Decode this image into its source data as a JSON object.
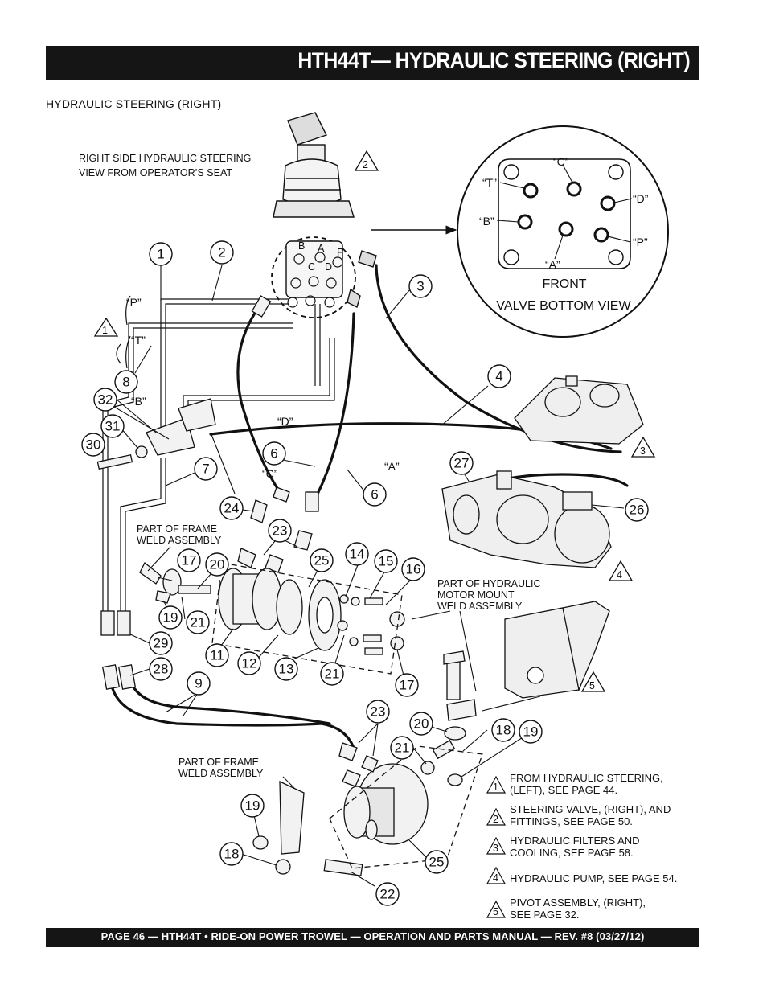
{
  "header": {
    "title": "HTH44T— HYDRAULIC STEERING (RIGHT)"
  },
  "subtitle": "HYDRAULIC STEERING  (RIGHT)",
  "footer": {
    "text": "PAGE 46 — HTH44T • RIDE-ON POWER TROWEL —  OPERATION AND PARTS MANUAL — REV. #8 (03/27/12)"
  },
  "labels": {
    "view_line1": "RIGHT SIDE HYDRAULIC STEERING",
    "view_line2": "VIEW FROM OPERATOR’S SEAT",
    "front": "FRONT",
    "valve_bottom_view": "VALVE BOTTOM VIEW",
    "frame_weld_1a": "PART OF FRAME",
    "frame_weld_1b": "WELD ASSEMBLY",
    "frame_weld_2a": "PART OF FRAME",
    "frame_weld_2b": "WELD ASSEMBLY",
    "motor_mount_1": "PART OF HYDRAULIC",
    "motor_mount_2": "MOTOR MOUNT",
    "motor_mount_3": "WELD ASSEMBLY"
  },
  "port_labels": {
    "P": "“P”",
    "T": "“T”",
    "B": "“B”",
    "D": "“D”",
    "C": "“C”",
    "A": "“A”",
    "inset_C": "“C”",
    "inset_T": "“T”",
    "inset_D": "“D”",
    "inset_B": "“B”",
    "inset_P": "“P”",
    "inset_A": "“A”",
    "valve_B": "B",
    "valve_A": "A",
    "valve_P": "P",
    "valve_C": "C",
    "valve_D": "D"
  },
  "callouts": [
    "1",
    "2",
    "3",
    "4",
    "6",
    "6",
    "7",
    "8",
    "9",
    "11",
    "12",
    "13",
    "14",
    "15",
    "16",
    "17",
    "17",
    "18",
    "18",
    "19",
    "19",
    "19",
    "20",
    "20",
    "21",
    "21",
    "21",
    "22",
    "23",
    "23",
    "24",
    "25",
    "25",
    "26",
    "27",
    "28",
    "29",
    "30",
    "31",
    "32"
  ],
  "reference_triangles": [
    "1",
    "2",
    "3",
    "4",
    "5"
  ],
  "notes": [
    {
      "num": "1",
      "line1": "FROM HYDRAULIC STEERING,",
      "line2": "(LEFT), SEE PAGE 44."
    },
    {
      "num": "2",
      "line1": "STEERING VALVE, (RIGHT), AND",
      "line2": "FITTINGS, SEE PAGE 50."
    },
    {
      "num": "3",
      "line1": "HYDRAULIC FILTERS AND",
      "line2": "COOLING, SEE PAGE 58."
    },
    {
      "num": "4",
      "line1": "HYDRAULIC PUMP, SEE PAGE 54.",
      "line2": ""
    },
    {
      "num": "5",
      "line1": "PIVOT ASSEMBLY, (RIGHT),",
      "line2": "SEE PAGE 32."
    }
  ]
}
